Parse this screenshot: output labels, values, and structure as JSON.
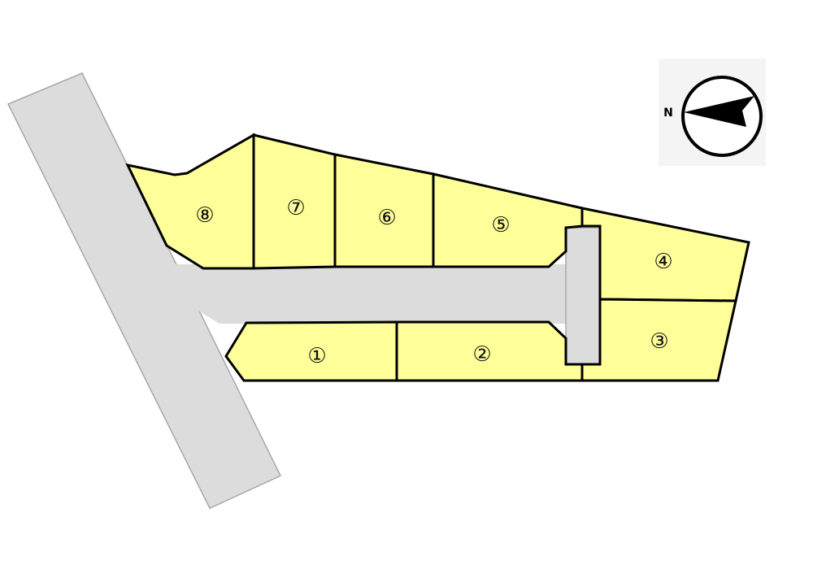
{
  "compass": {
    "north_label": "N",
    "north_direction": "left"
  },
  "lots": [
    {
      "id": 1,
      "label": "①"
    },
    {
      "id": 2,
      "label": "②"
    },
    {
      "id": 3,
      "label": "③"
    },
    {
      "id": 4,
      "label": "④"
    },
    {
      "id": 5,
      "label": "⑤"
    },
    {
      "id": 6,
      "label": "⑥"
    },
    {
      "id": 7,
      "label": "⑦"
    },
    {
      "id": 8,
      "label": "⑧"
    }
  ],
  "colors": {
    "lot_fill": "#ffff99",
    "road_fill": "#dcdcdc",
    "outline": "#000000"
  }
}
